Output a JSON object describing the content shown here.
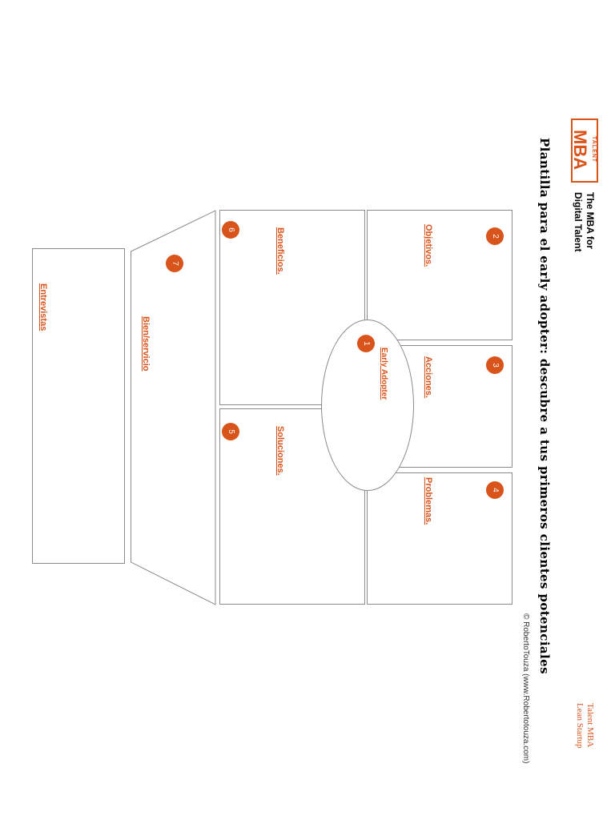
{
  "brand": {
    "logo_top": "TALENT",
    "logo_main": "MBA",
    "tagline_line1": "The MBA for",
    "tagline_line2": "Digital Talent",
    "color": "#d9541b"
  },
  "title": "Plantilla para el early adopter: descubre a tus primeros clientes potenciales",
  "footer_brand": {
    "line1": "Talent MBA",
    "line2": "Lean Startup"
  },
  "copyright": "© RobertoTouza (www.Robertotouza.com)",
  "sections": {
    "early_adopter": {
      "number": "1",
      "label": "Early Adopter"
    },
    "objetivos": {
      "number": "2",
      "label": "Objetivos."
    },
    "acciones": {
      "number": "3",
      "label": "Acciones."
    },
    "problemas": {
      "number": "4",
      "label": "Problemas."
    },
    "soluciones": {
      "number": "5",
      "label": "Soluciones."
    },
    "beneficios": {
      "number": "6",
      "label": "Beneficios."
    },
    "bien_servicio": {
      "number": "7",
      "label": "Bien/servicio"
    },
    "entrevistas": {
      "label": "Entrevistas"
    }
  }
}
